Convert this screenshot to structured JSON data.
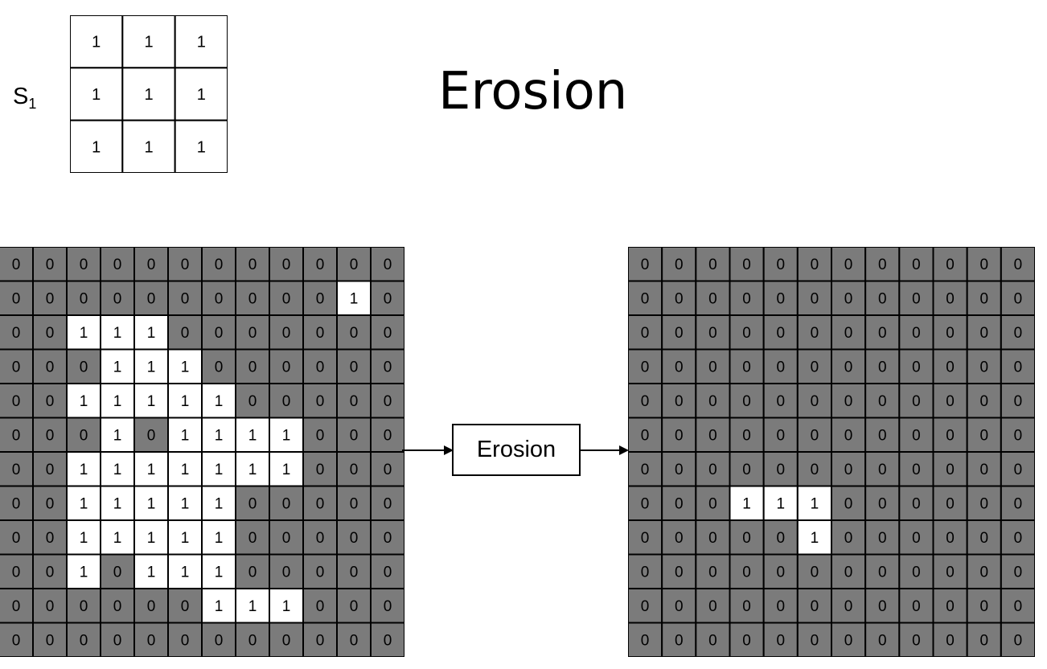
{
  "title": "Erosion",
  "structuring_element": {
    "label": "S",
    "subscript": "1",
    "rows": [
      [
        1,
        1,
        1
      ],
      [
        1,
        1,
        1
      ],
      [
        1,
        1,
        1
      ]
    ]
  },
  "operation_label": "Erosion",
  "colors": {
    "zero_cell": "#7b7b7b",
    "one_cell": "#ffffff",
    "border": "#000000"
  },
  "input_grid": [
    [
      0,
      0,
      0,
      0,
      0,
      0,
      0,
      0,
      0,
      0,
      0,
      0
    ],
    [
      0,
      0,
      0,
      0,
      0,
      0,
      0,
      0,
      0,
      0,
      1,
      0
    ],
    [
      0,
      0,
      1,
      1,
      1,
      0,
      0,
      0,
      0,
      0,
      0,
      0
    ],
    [
      0,
      0,
      0,
      1,
      1,
      1,
      0,
      0,
      0,
      0,
      0,
      0
    ],
    [
      0,
      0,
      1,
      1,
      1,
      1,
      1,
      0,
      0,
      0,
      0,
      0
    ],
    [
      0,
      0,
      0,
      1,
      0,
      1,
      1,
      1,
      1,
      0,
      0,
      0
    ],
    [
      0,
      0,
      1,
      1,
      1,
      1,
      1,
      1,
      1,
      0,
      0,
      0
    ],
    [
      0,
      0,
      1,
      1,
      1,
      1,
      1,
      0,
      0,
      0,
      0,
      0
    ],
    [
      0,
      0,
      1,
      1,
      1,
      1,
      1,
      0,
      0,
      0,
      0,
      0
    ],
    [
      0,
      0,
      1,
      0,
      1,
      1,
      1,
      0,
      0,
      0,
      0,
      0
    ],
    [
      0,
      0,
      0,
      0,
      0,
      0,
      1,
      1,
      1,
      0,
      0,
      0
    ],
    [
      0,
      0,
      0,
      0,
      0,
      0,
      0,
      0,
      0,
      0,
      0,
      0
    ]
  ],
  "output_grid": [
    [
      0,
      0,
      0,
      0,
      0,
      0,
      0,
      0,
      0,
      0,
      0,
      0
    ],
    [
      0,
      0,
      0,
      0,
      0,
      0,
      0,
      0,
      0,
      0,
      0,
      0
    ],
    [
      0,
      0,
      0,
      0,
      0,
      0,
      0,
      0,
      0,
      0,
      0,
      0
    ],
    [
      0,
      0,
      0,
      0,
      0,
      0,
      0,
      0,
      0,
      0,
      0,
      0
    ],
    [
      0,
      0,
      0,
      0,
      0,
      0,
      0,
      0,
      0,
      0,
      0,
      0
    ],
    [
      0,
      0,
      0,
      0,
      0,
      0,
      0,
      0,
      0,
      0,
      0,
      0
    ],
    [
      0,
      0,
      0,
      0,
      0,
      0,
      0,
      0,
      0,
      0,
      0,
      0
    ],
    [
      0,
      0,
      0,
      1,
      1,
      1,
      0,
      0,
      0,
      0,
      0,
      0
    ],
    [
      0,
      0,
      0,
      0,
      0,
      1,
      0,
      0,
      0,
      0,
      0,
      0
    ],
    [
      0,
      0,
      0,
      0,
      0,
      0,
      0,
      0,
      0,
      0,
      0,
      0
    ],
    [
      0,
      0,
      0,
      0,
      0,
      0,
      0,
      0,
      0,
      0,
      0,
      0
    ],
    [
      0,
      0,
      0,
      0,
      0,
      0,
      0,
      0,
      0,
      0,
      0,
      0
    ]
  ]
}
